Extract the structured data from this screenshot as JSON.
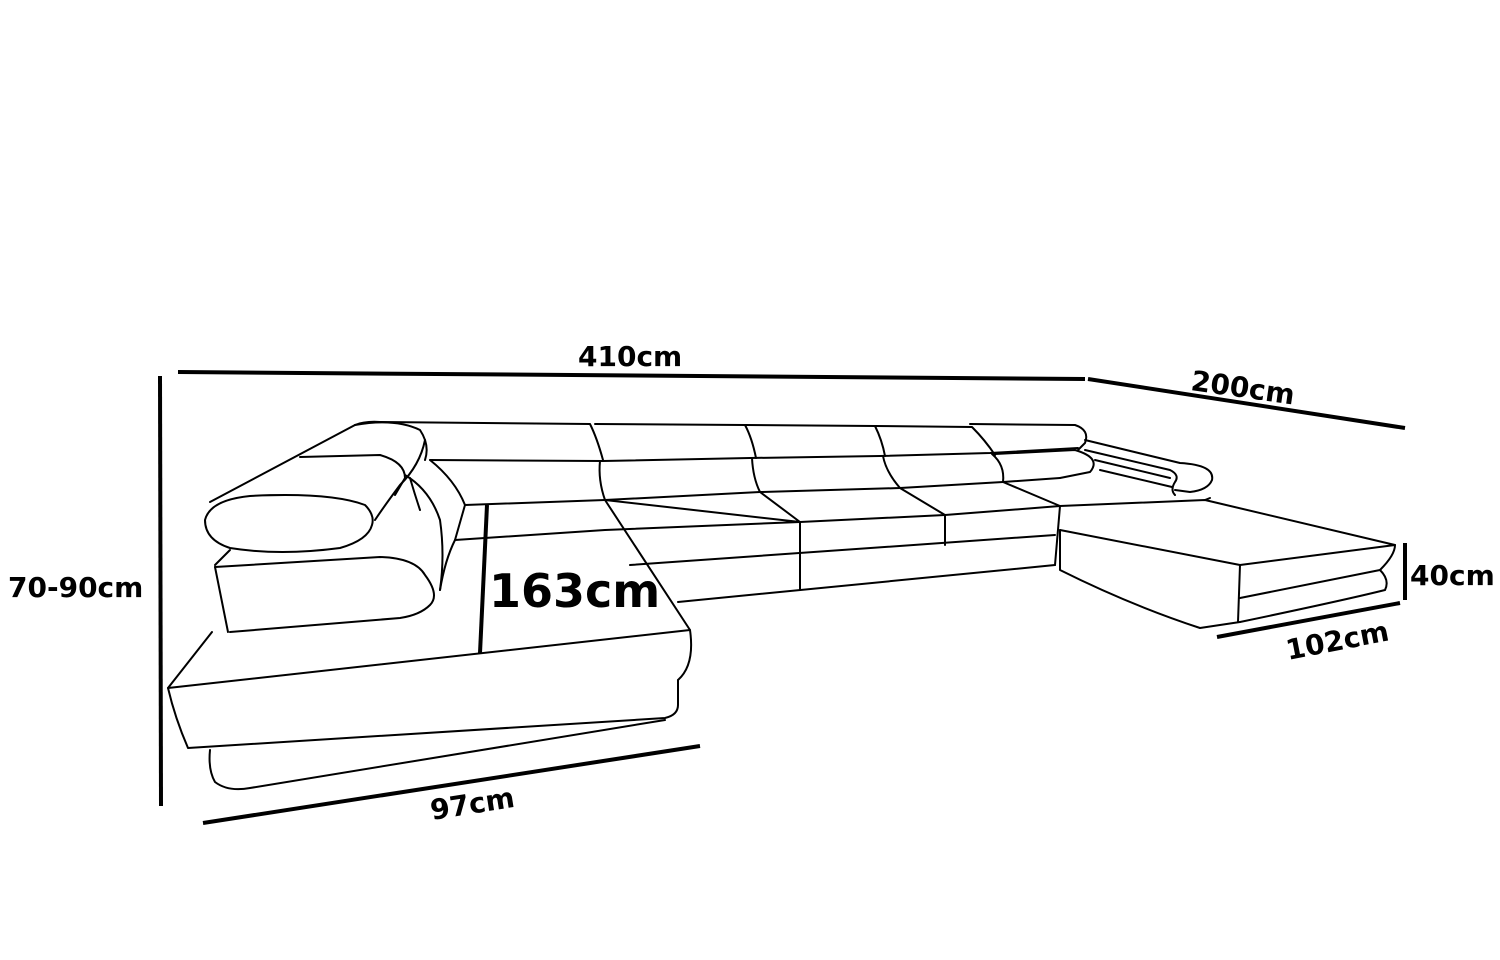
{
  "diagram": {
    "subject": "U-shaped sectional sofa line drawing with dimensions",
    "line_color": "#000000",
    "background": "#ffffff"
  },
  "dimensions": {
    "total_width": "410cm",
    "right_depth": "200cm",
    "height": "70-90cm",
    "left_depth": "163cm",
    "left_width": "97cm",
    "seat_height": "40cm",
    "right_width": "102cm"
  }
}
